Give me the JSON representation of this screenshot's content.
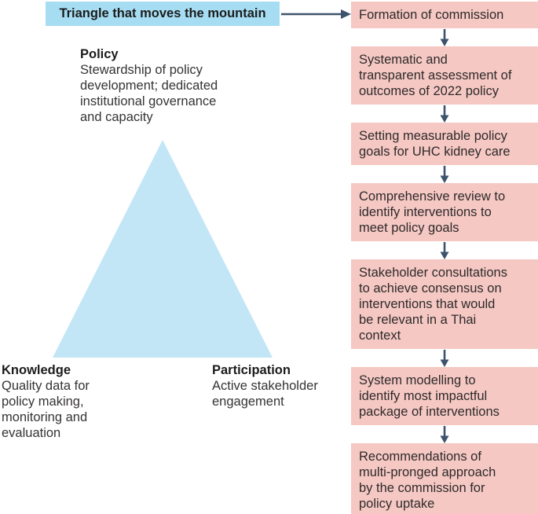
{
  "diagram": {
    "title": "Triangle that moves the mountain",
    "triangle": {
      "policy_heading": "Policy",
      "policy_text": "Stewardship of policy\ndevelopment; dedicated\ninstitutional governance\nand capacity",
      "knowledge_heading": "Knowledge",
      "knowledge_text": "Quality data for\npolicy making,\nmonitoring and\nevaluation",
      "participation_heading": "Participation",
      "participation_text": "Active stakeholder\nengagement"
    },
    "flow_steps": [
      "Formation of commission",
      "Systematic and\ntransparent assessment of\noutcomes of 2022 policy",
      "Setting measurable policy\ngoals for UHC kidney care",
      "Comprehensive review to\nidentify interventions to\nmeet policy goals",
      "Stakeholder consultations\nto achieve consensus on\ninterventions that would\nbe relevant in a Thai\ncontext",
      "System modelling to\nidentify most impactful\npackage of interventions",
      "Recommendations of\nmulti-pronged approach\nby the commission for\npolicy uptake"
    ],
    "colors": {
      "title_bg": "#a6ddf3",
      "triangle_fill": "#c3e6f7",
      "step_bg": "#f5c8c3",
      "arrow": "#3d536d",
      "heading_text": "#1c1c1c",
      "body_text": "#363334"
    }
  }
}
